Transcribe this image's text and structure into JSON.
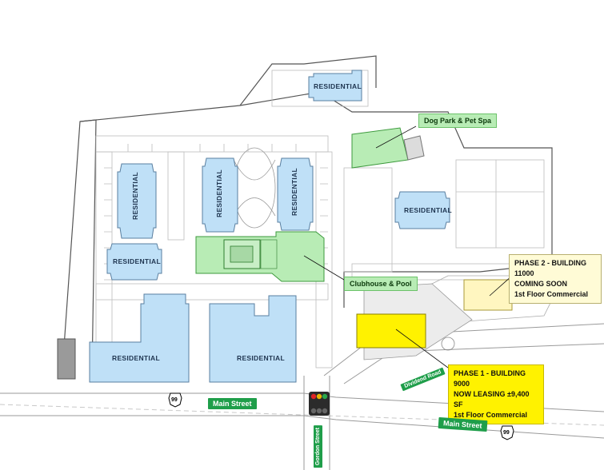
{
  "labels": {
    "residential": "RESIDENTIAL",
    "dog_park": "Dog Park & Pet Spa",
    "clubhouse": "Clubhouse & Pool",
    "phase2": {
      "line1": "PHASE 2 - BUILDING 11000",
      "line2": "COMING SOON",
      "line3": "1st Floor Commercial"
    },
    "phase1": {
      "line1": "PHASE 1 - BUILDING 9000",
      "line2": "NOW LEASING ±9,400 SF",
      "line3": "1st Floor Commercial"
    },
    "main_street": "Main Street",
    "gordon_street": "Gordon Street",
    "dividend_road": "Dividend Road",
    "route_number": "99"
  },
  "colors": {
    "residential_fill": "#bfe0f7",
    "amenity_fill": "#b8ecb5",
    "phase1_fill": "#fff200",
    "phase2_fill": "#fff6c0",
    "street_sign": "#1f9e4a"
  }
}
